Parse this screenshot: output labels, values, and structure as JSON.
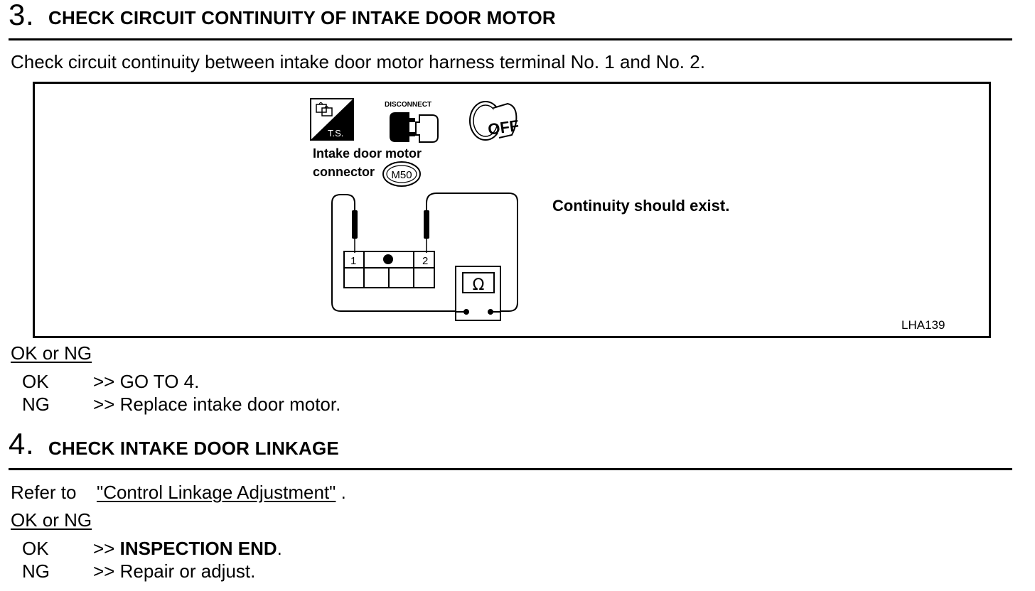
{
  "step3": {
    "number": "3",
    "dot": ".",
    "title": "CHECK CIRCUIT CONTINUITY OF INTAKE DOOR MOTOR",
    "instruction": "Check circuit continuity between intake door motor harness terminal No. 1 and No. 2.",
    "figure": {
      "ts_label": "T.S.",
      "disconnect_label": "DISCONNECT",
      "off_label": "OFF",
      "connector_line1": "Intake door motor",
      "connector_line2": "connector",
      "connector_code": "M50",
      "terminal_1": "1",
      "terminal_2": "2",
      "ohm_symbol": "Ω",
      "spec": "Continuity should exist.",
      "figure_code": "LHA139"
    },
    "ok_ng_heading": "OK or NG",
    "results": [
      {
        "key": "OK",
        "text": ">> GO TO 4."
      },
      {
        "key": "NG",
        "text": ">> Replace intake door motor."
      }
    ]
  },
  "step4": {
    "number": "4",
    "dot": ".",
    "title": "CHECK INTAKE DOOR LINKAGE",
    "refer_prefix": "Refer to",
    "refer_link": "\"Control Linkage Adjustment\"",
    "refer_suffix": ".",
    "ok_ng_heading": "OK or NG",
    "results": [
      {
        "key": "OK",
        "prefix": ">> ",
        "text": "INSPECTION END",
        "suffix": "."
      },
      {
        "key": "NG",
        "text": ">> Repair or adjust."
      }
    ]
  }
}
